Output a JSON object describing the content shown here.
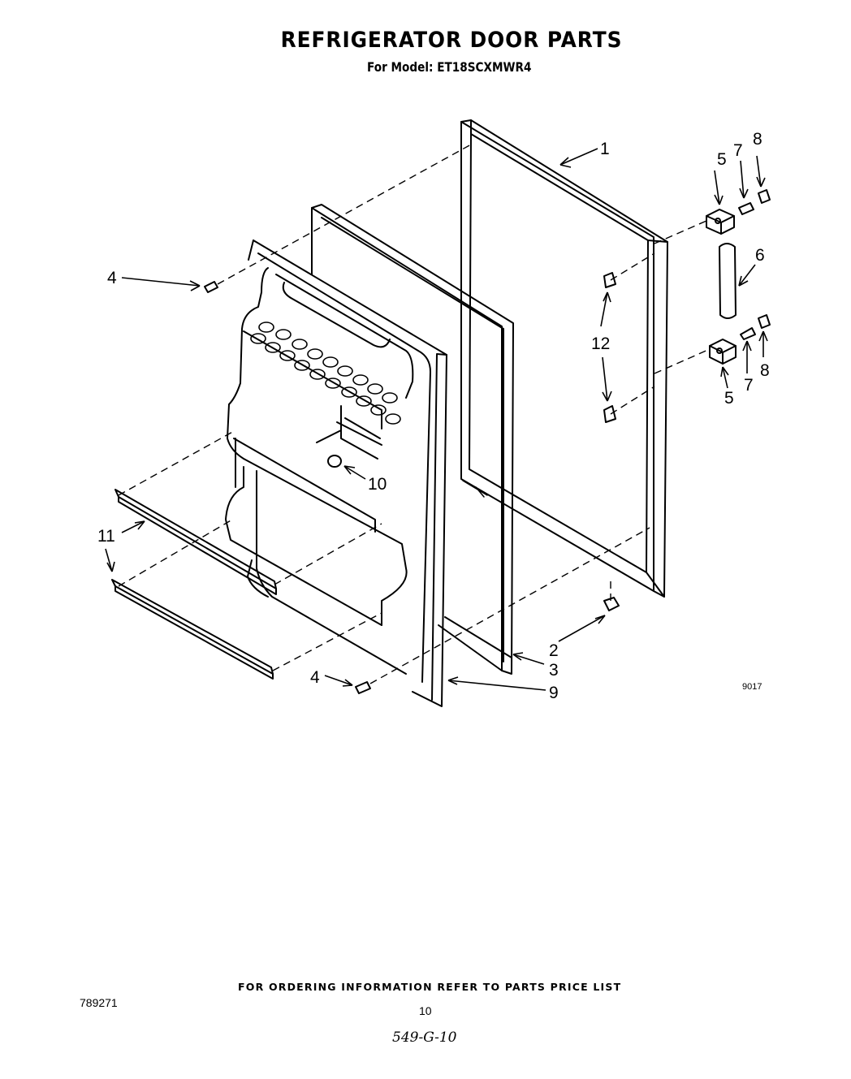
{
  "header": {
    "title": "REFRIGERATOR DOOR PARTS",
    "subtitle": "For Model: ET18SCXMWR4"
  },
  "diagram": {
    "figure_id": "9017",
    "callouts": {
      "c1": "1",
      "c2": "2",
      "c3": "3",
      "c4a": "4",
      "c4b": "4",
      "c5a": "5",
      "c5b": "5",
      "c6": "6",
      "c7a": "7",
      "c7b": "7",
      "c8a": "8",
      "c8b": "8",
      "c9": "9",
      "c10": "10",
      "c11": "11",
      "c12": "12"
    }
  },
  "footer": {
    "ordering_note": "FOR ORDERING INFORMATION REFER TO PARTS PRICE LIST",
    "document_number": "789271",
    "page_number": "10",
    "handwritten_note": "549-G-10"
  }
}
